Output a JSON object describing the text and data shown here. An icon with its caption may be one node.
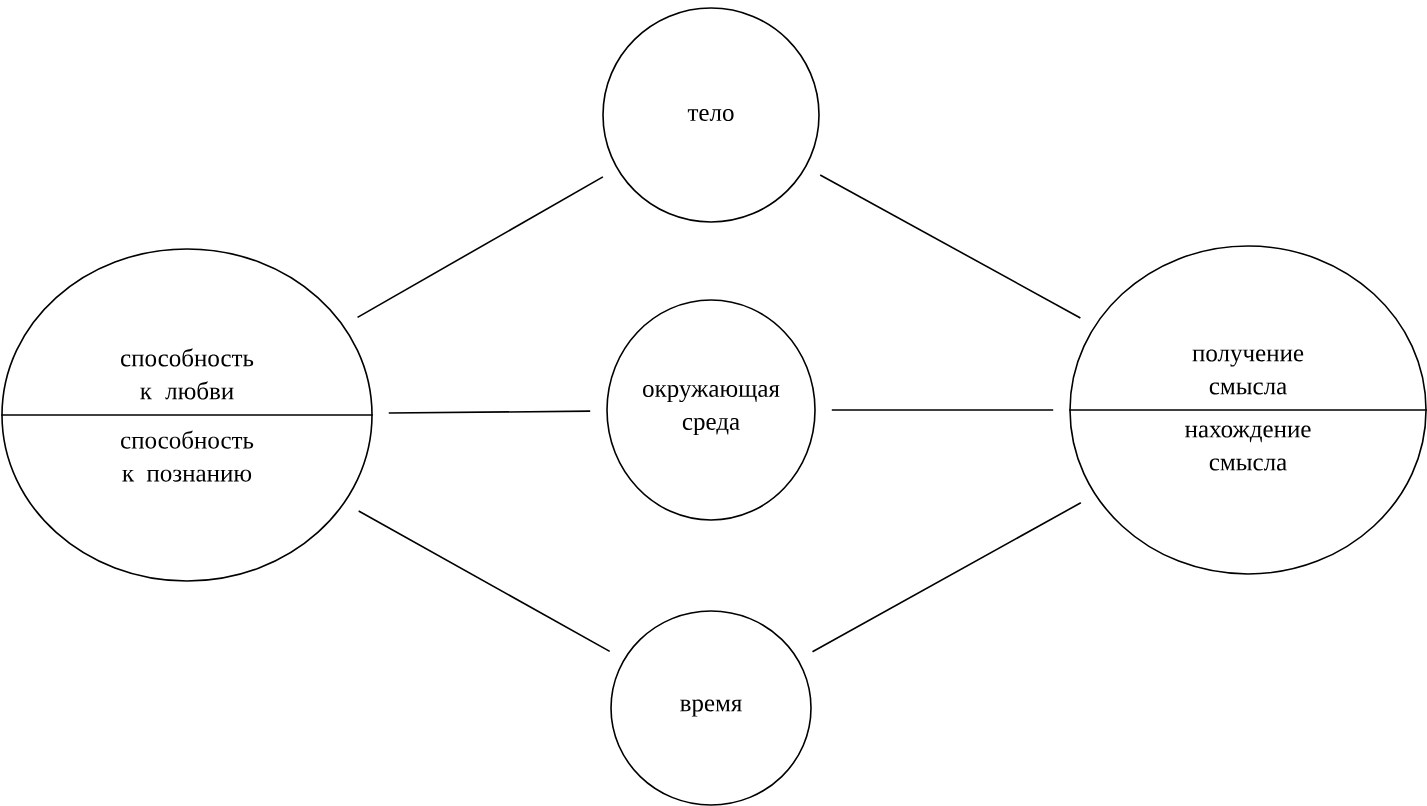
{
  "diagram": {
    "nodes": [
      {
        "text": [
          "способность к любви",
          "способность к познанию"
        ]
      },
      {
        "text": [
          "тело"
        ]
      },
      {
        "text": [
          "окружающая среда"
        ]
      },
      {
        "text": [
          "время"
        ]
      },
      {
        "text": [
          "получение смысла",
          "нахождение смысла"
        ]
      }
    ],
    "edges": [
      {
        "from": 0,
        "to": 1,
        "arrow": "none"
      },
      {
        "from": 0,
        "to": 2,
        "arrow": "none"
      },
      {
        "from": 0,
        "to": 3,
        "arrow": "none"
      },
      {
        "from": 1,
        "to": 4,
        "arrow": "none"
      },
      {
        "from": 2,
        "to": 4,
        "arrow": "none"
      },
      {
        "from": 3,
        "to": 4,
        "arrow": "none"
      }
    ]
  }
}
